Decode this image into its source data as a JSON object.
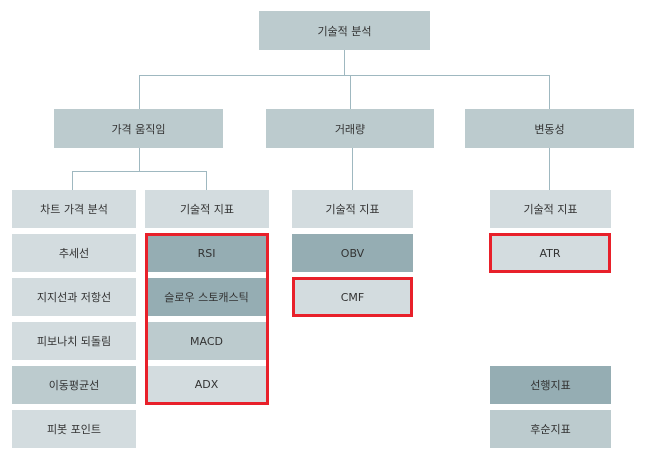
{
  "root": "기술적 분석",
  "categories": {
    "price": {
      "title": "가격 움직임",
      "chart_analysis": {
        "title": "차트 가격 분석",
        "items": [
          "추세선",
          "지지선과 저항선",
          "피보나치 되돌림",
          "이동평균선",
          "피봇 포인트"
        ]
      },
      "indicators": {
        "title": "기술적 지표",
        "items": [
          "RSI",
          "슬로우 스토캐스틱",
          "MACD",
          "ADX"
        ]
      }
    },
    "volume": {
      "title": "거래량",
      "indicators": {
        "title": "기술적 지표",
        "items": [
          "OBV",
          "CMF"
        ]
      }
    },
    "volatility": {
      "title": "변동성",
      "indicators": {
        "title": "기술적 지표",
        "items": [
          "ATR"
        ]
      },
      "types": [
        "선행지표",
        "후순지표"
      ]
    }
  },
  "colors": {
    "light": "#d3dcdf",
    "mid": "#bccbce",
    "dark": "#95adb3",
    "highlight": "#e8202a",
    "connector": "#9fb8c0"
  }
}
